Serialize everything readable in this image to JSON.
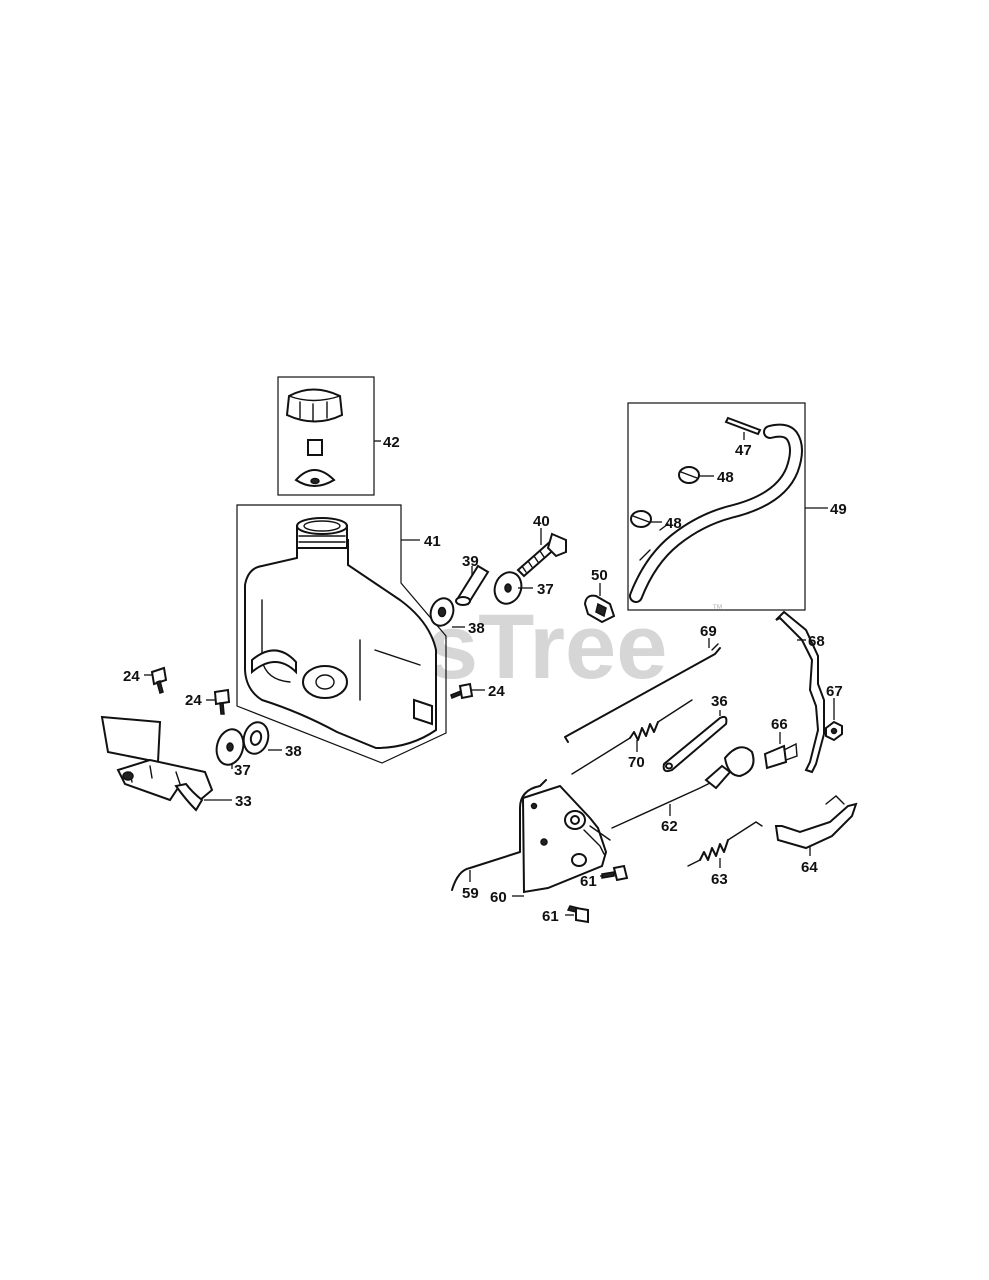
{
  "watermark": {
    "text": "PartsTree",
    "mark": "™"
  },
  "callouts": {
    "c24a": "24",
    "c24b": "24",
    "c24c": "24",
    "c33": "33",
    "c36": "36",
    "c37a": "37",
    "c37b": "37",
    "c38a": "38",
    "c38b": "38",
    "c39": "39",
    "c40": "40",
    "c41": "41",
    "c42": "42",
    "c47": "47",
    "c48a": "48",
    "c48b": "48",
    "c49": "49",
    "c50": "50",
    "c59": "59",
    "c60": "60",
    "c61a": "61",
    "c61b": "61",
    "c62": "62",
    "c63": "63",
    "c64": "64",
    "c66": "66",
    "c67": "67",
    "c68": "68",
    "c69": "69",
    "c70": "70"
  }
}
